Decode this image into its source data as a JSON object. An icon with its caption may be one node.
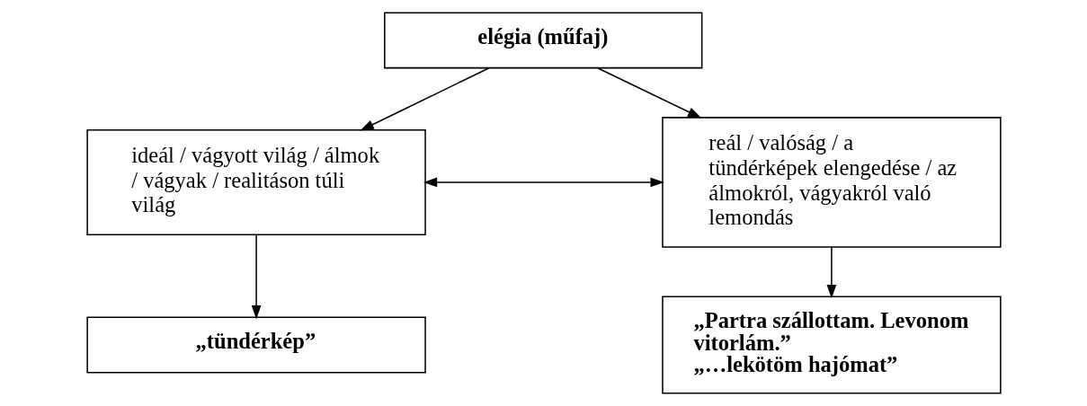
{
  "diagram": {
    "nodes": [
      {
        "text": [
          "elégia (műfaj)"
        ]
      },
      {
        "text": [
          "ideál / vágyott világ / álmok / vágyak / realitáson túli világ"
        ]
      },
      {
        "text": [
          "reál / valóság / a tündérképek elengedése / az álmokról, vágyakról való lemondás"
        ]
      },
      {
        "text": [
          "„tündérkép”"
        ]
      },
      {
        "text": [
          "„Partra szállottam. Levonom vitorlám.”",
          "„…lekötöm hajómat”"
        ]
      }
    ],
    "edges": [
      {
        "from": 0,
        "to": 1,
        "arrow": "to"
      },
      {
        "from": 0,
        "to": 2,
        "arrow": "to"
      },
      {
        "from": 1,
        "to": 2,
        "arrow": "both"
      },
      {
        "from": 1,
        "to": 3,
        "arrow": "to"
      },
      {
        "from": 2,
        "to": 4,
        "arrow": "to"
      }
    ]
  }
}
